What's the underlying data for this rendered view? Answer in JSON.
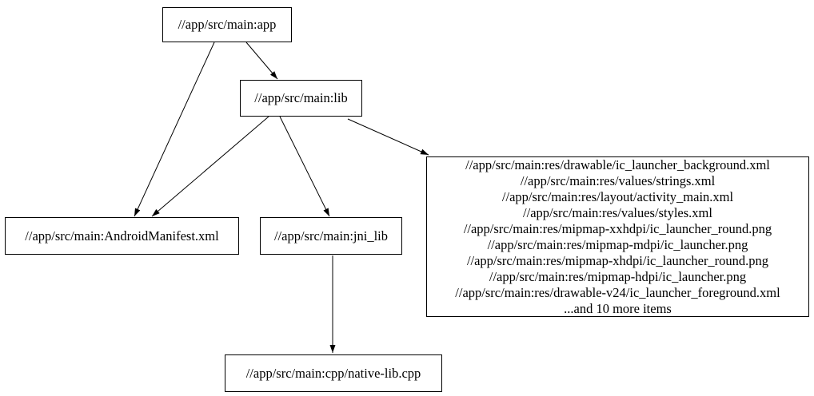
{
  "graph": {
    "background_color": "#ffffff",
    "stroke_color": "#000000",
    "text_color": "#000000",
    "nodes": [
      {
        "id": "app",
        "label": "//app/src/main:app"
      },
      {
        "id": "lib",
        "label": "//app/src/main:lib"
      },
      {
        "id": "android-manifest",
        "label": "//app/src/main:AndroidManifest.xml"
      },
      {
        "id": "jni-lib",
        "label": "//app/src/main:jni_lib"
      },
      {
        "id": "res-group",
        "lines": [
          "//app/src/main:res/drawable/ic_launcher_background.xml",
          "//app/src/main:res/values/strings.xml",
          "//app/src/main:res/layout/activity_main.xml",
          "//app/src/main:res/values/styles.xml",
          "//app/src/main:res/mipmap-xxhdpi/ic_launcher_round.png",
          "//app/src/main:res/mipmap-mdpi/ic_launcher.png",
          "//app/src/main:res/mipmap-xhdpi/ic_launcher_round.png",
          "//app/src/main:res/mipmap-hdpi/ic_launcher.png",
          "//app/src/main:res/drawable-v24/ic_launcher_foreground.xml",
          "...and 10 more items"
        ]
      },
      {
        "id": "native-lib-cpp",
        "label": "//app/src/main:cpp/native-lib.cpp"
      }
    ],
    "edges": [
      {
        "from": "app",
        "to": "lib"
      },
      {
        "from": "app",
        "to": "android-manifest"
      },
      {
        "from": "lib",
        "to": "android-manifest"
      },
      {
        "from": "lib",
        "to": "jni-lib"
      },
      {
        "from": "lib",
        "to": "res-group"
      },
      {
        "from": "jni-lib",
        "to": "native-lib-cpp"
      }
    ]
  }
}
